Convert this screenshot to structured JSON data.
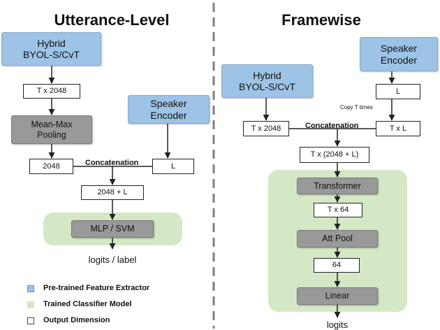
{
  "headings": {
    "left": "Utterance-Level",
    "right": "Framewise"
  },
  "left": {
    "hybrid": "Hybrid\nBYOL-S/CvT",
    "dim_t2048": "T x 2048",
    "pooling": "Mean-Max\nPooling",
    "speaker": "Speaker\nEncoder",
    "concat_label": "Concatenation",
    "dim_2048": "2048",
    "dim_l": "L",
    "dim_2048l": "2048 + L",
    "classifier": "MLP / SVM",
    "output": "logits / label"
  },
  "right": {
    "hybrid": "Hybrid\nBYOL-S/CvT",
    "speaker": "Speaker\nEncoder",
    "dim_l": "L",
    "copy_label": "Copy T times",
    "dim_t2048": "T x 2048",
    "concat_label": "Concatenation",
    "dim_tl": "T x L",
    "dim_t2048l": "T x (2048 + L)",
    "transformer": "Transformer",
    "dim_t64": "T x 64",
    "attpool": "Att Pool",
    "dim_64": "64",
    "linear": "Linear",
    "output": "logits"
  },
  "legend": [
    {
      "label": "Pre-trained Feature Extractor",
      "color": "#9dc3e6"
    },
    {
      "label": "Trained Classifier Model",
      "color": "#d4e8c6"
    },
    {
      "label": "Output Dimension",
      "color": "#ffffff"
    }
  ],
  "colors": {
    "extractor": "#9dc3e6",
    "classifier": "#d4e8c6",
    "module": "#999999"
  }
}
